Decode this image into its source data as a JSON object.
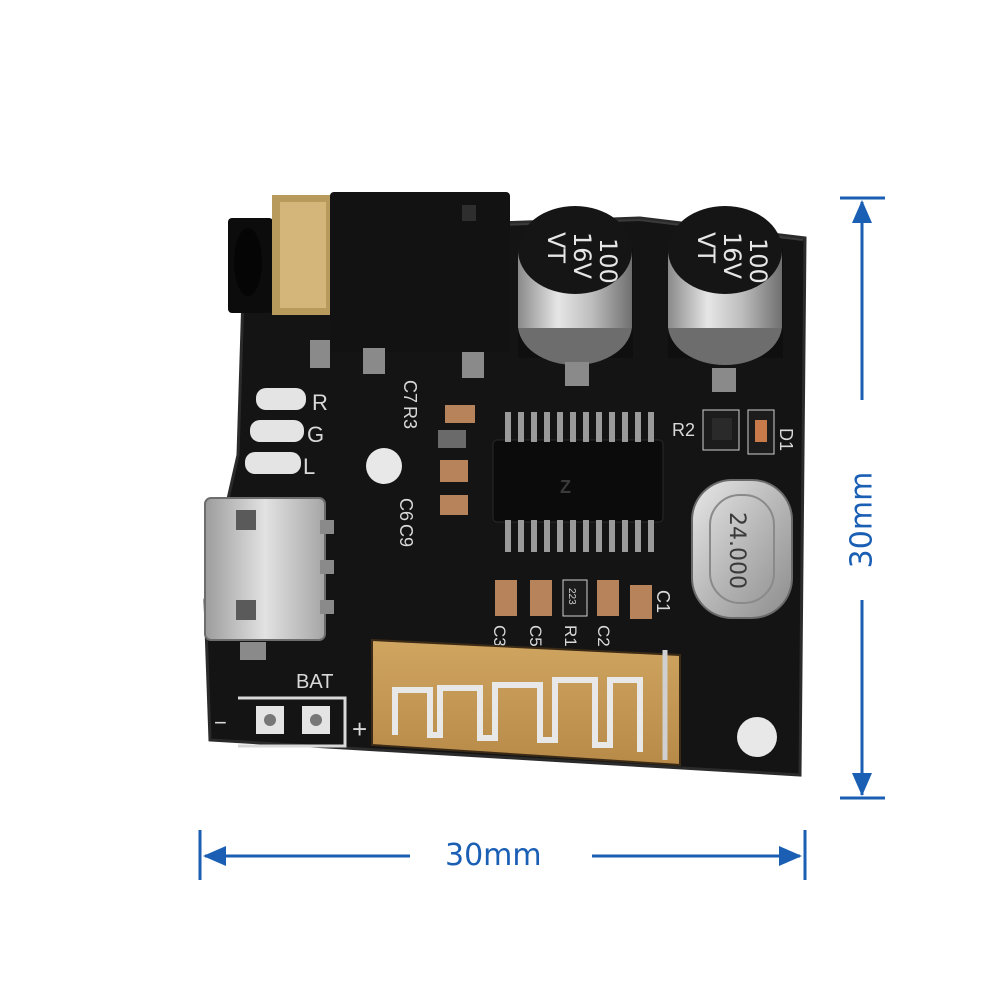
{
  "dimensions": {
    "width_label": "30mm",
    "height_label": "30mm",
    "arrow_color": "#1a5fb4"
  },
  "board": {
    "color": "#141414",
    "silkscreen_color": "#d9d9d9",
    "labels": {
      "r": "R",
      "g": "G",
      "l": "L",
      "c7": "C7",
      "r3": "R3",
      "c6": "C6",
      "c9": "C9",
      "r2": "R2",
      "d1": "D1",
      "c1": "C1",
      "c3": "C3",
      "c5": "C5",
      "r1": "R1",
      "c2": "C2",
      "bat": "BAT",
      "minus": "−",
      "plus": "+"
    },
    "capacitor_left": {
      "line1": "100",
      "line2": "16V",
      "line3": "VT"
    },
    "capacitor_right": {
      "line1": "100",
      "line2": "16V",
      "line3": "VT"
    },
    "crystal": "24.000",
    "resistor_code": "223"
  }
}
